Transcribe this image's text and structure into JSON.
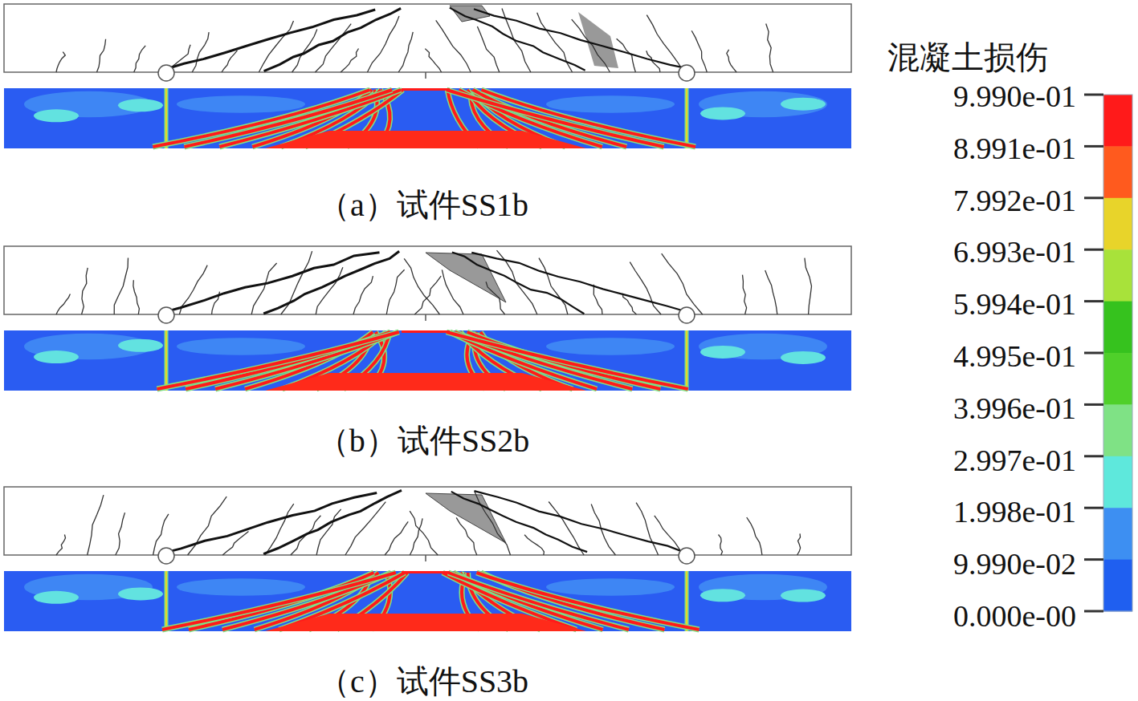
{
  "diagram": {
    "labels": [
      "混凝土损伤",
      "9.990e-01",
      "8.991e-01",
      "7.992e-01",
      "6.993e-01",
      "5.994e-01",
      "4.995e-01",
      "3.996e-01",
      "2.997e-01",
      "1.998e-01",
      "9.990e-02",
      "0.000e-00",
      "（a）试件SS1b",
      "（b）试件SS2b",
      "（c）试件SS3b"
    ]
  }
}
